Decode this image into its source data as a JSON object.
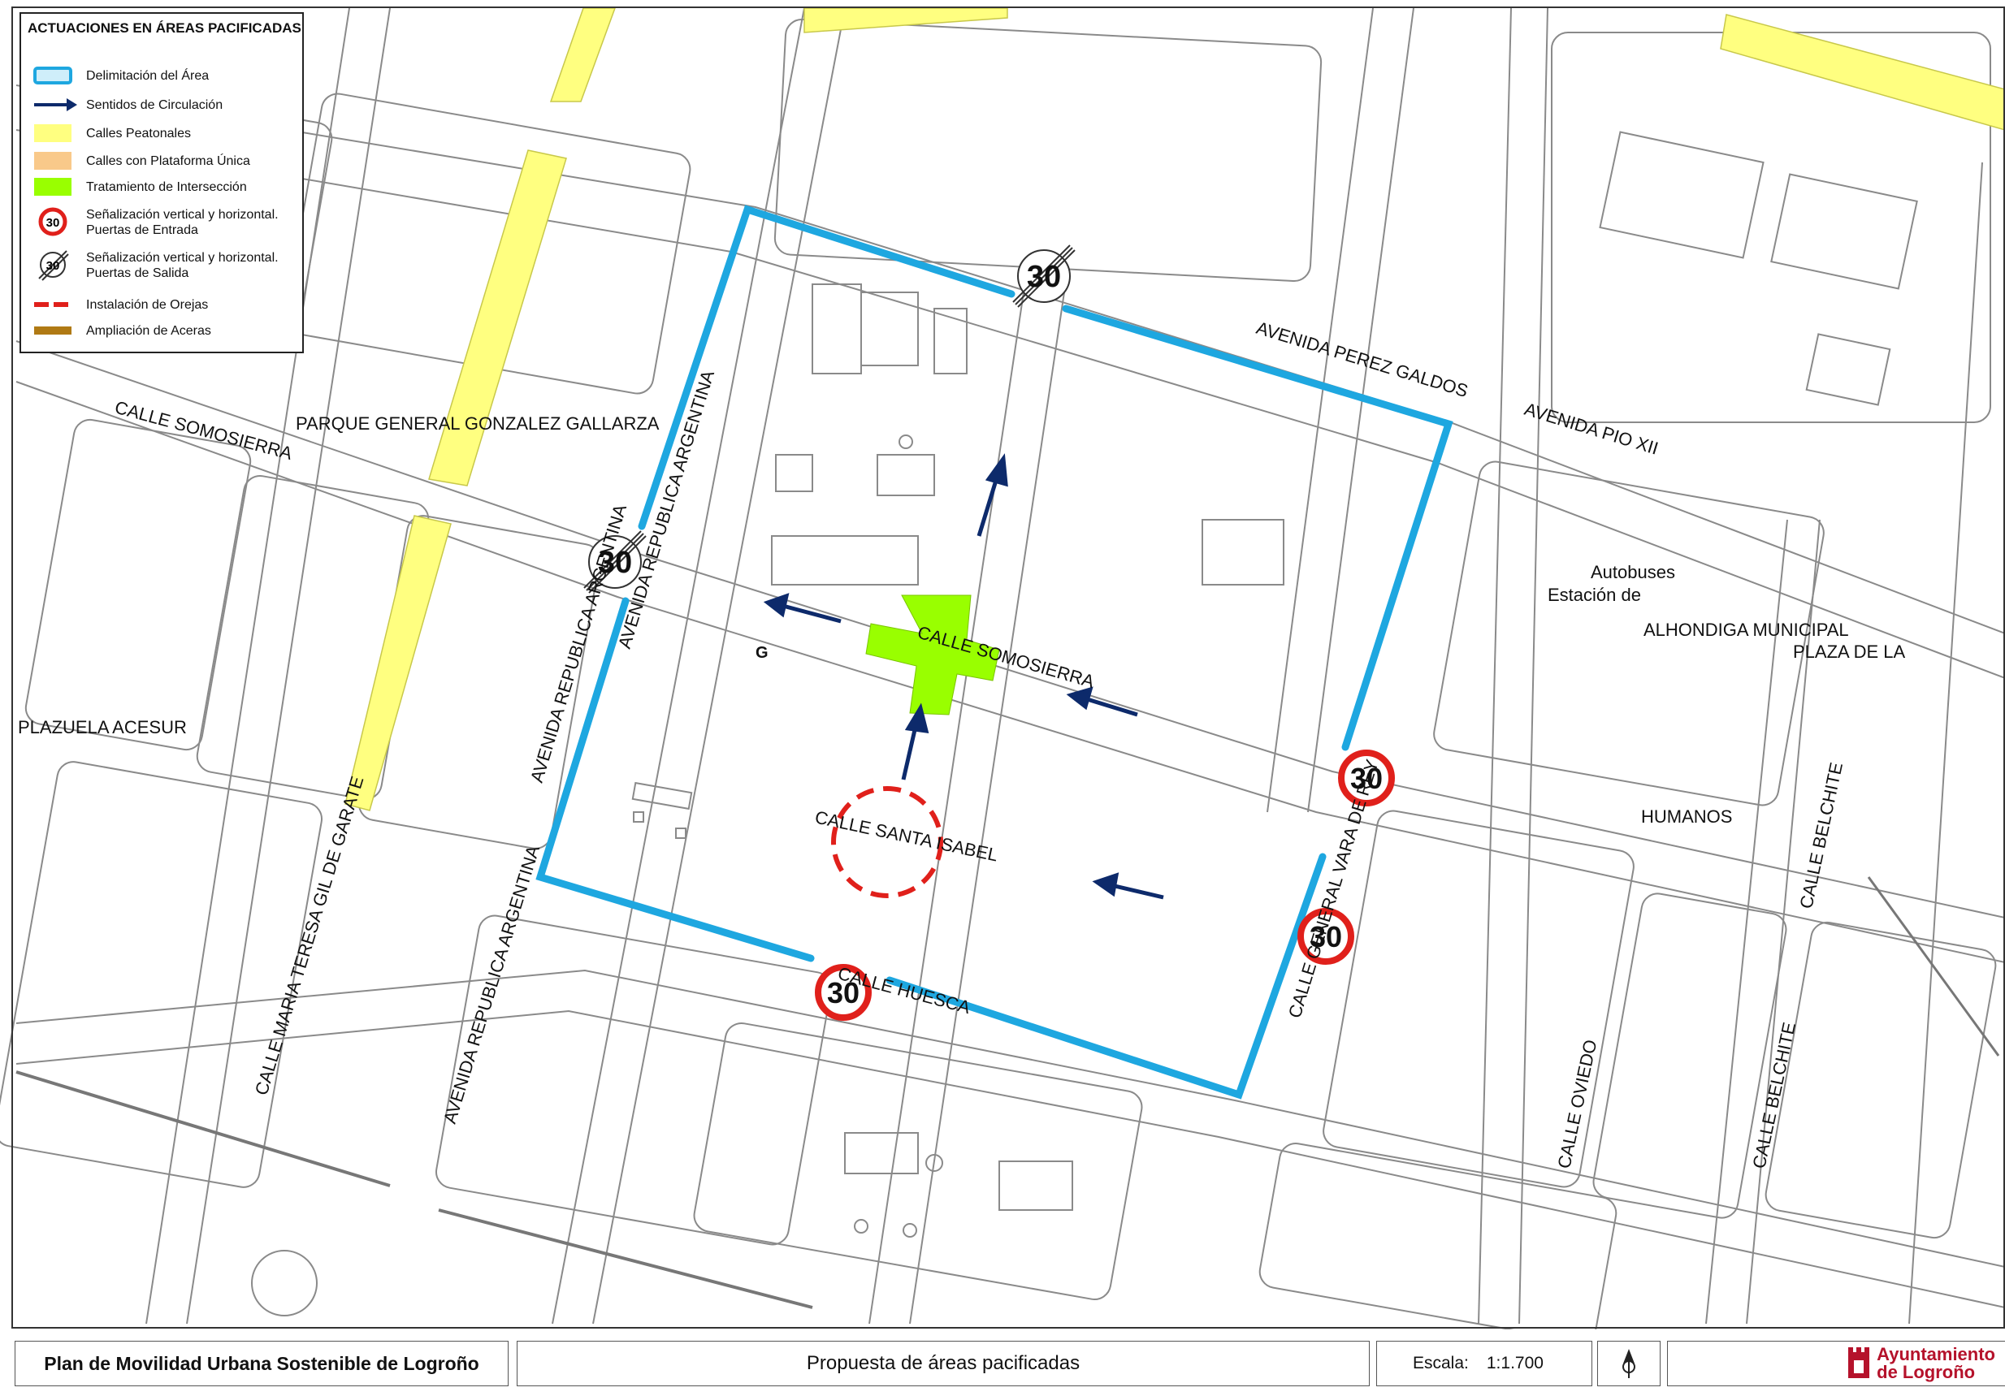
{
  "legend": {
    "title": "ACTUACIONES EN ÁREAS PACIFICADAS",
    "items": [
      {
        "label": "Delimitación del Área",
        "icon": "area-outline-swatch",
        "color": "#1ea7e0"
      },
      {
        "label": "Sentidos de Circulación",
        "icon": "direction-arrow-icon",
        "color": "#0d2a6b"
      },
      {
        "label": "Calles Peatonales",
        "icon": "pedestrian-swatch",
        "color": "#ffff80"
      },
      {
        "label": "Calles con Plataforma Única",
        "icon": "platform-swatch",
        "color": "#f9c98a"
      },
      {
        "label": "Tratamiento de Intersección",
        "icon": "intersection-swatch",
        "color": "#99ff00"
      },
      {
        "label": "Señalización vertical y horizontal.",
        "label2": "Puertas de Entrada",
        "icon": "speed-limit-30-icon",
        "sign": "30"
      },
      {
        "label": "Señalización vertical y horizontal.",
        "label2": "Puertas de Salida",
        "icon": "end-speed-limit-30-icon",
        "sign": "30"
      },
      {
        "label": "Instalación de Orejas",
        "icon": "dashed-red-line-swatch",
        "color": "#e0201b"
      },
      {
        "label": "Ampliación de Aceras",
        "icon": "sidewalk-swatch",
        "color": "#b07a14"
      }
    ]
  },
  "map": {
    "signs": {
      "value": "30"
    },
    "streets": {
      "avenida_perez_galdos": "AVENIDA PEREZ GALDOS",
      "avenida_pio_xii": "AVENIDA PIO XII",
      "calle_somosierra_w": "CALLE SOMOSIERRA",
      "calle_somosierra_c": "CALLE SOMOSIERRA",
      "parque": "PARQUE GENERAL GONZALEZ GALLARZA",
      "av_rep_argentina_1": "AVENIDA REPUBLICA ARGENTINA",
      "av_rep_argentina_2": "AVENIDA REPUBLICA ARGENTINA",
      "av_rep_argentina_3": "AVENIDA REPUBLICA ARGENTINA",
      "calle_santa_isabel": "CALLE SANTA ISABEL",
      "calle_huesca": "CALLE HUESCA",
      "calle_general_vara": "CALLE GENERAL VARA DE REY",
      "calle_maria_teresa": "CALLE MARIA TERESA GIL DE GARATE",
      "plazuela": "PLAZUELA ACESUR",
      "autobuses": "Autobuses",
      "estacion": "Estación de",
      "alhondiga": "ALHONDIGA MUNICIPAL",
      "plaza_de_la": "PLAZA DE LA",
      "humanos": "HUMANOS",
      "calle_belchite_1": "CALLE BELCHITE",
      "calle_belchite_2": "CALLE BELCHITE",
      "calle_oviedo": "CALLE OVIEDO",
      "g_label": "G"
    }
  },
  "footer": {
    "plan_title": "Plan de Movilidad Urbana Sostenible de Logroño",
    "proposal": "Propuesta de áreas pacificadas",
    "scale_label": "Escala:",
    "scale_value": "1:1.700",
    "logo_line1": "Ayuntamiento",
    "logo_line2": "de Logroño"
  },
  "colors": {
    "area_outline": "#1ea7e0",
    "arrows": "#0d2a6b",
    "pedestrian": "#ffff80",
    "intersection": "#99ff00",
    "signal_red": "#e0201b",
    "logo_red": "#b5122b"
  }
}
